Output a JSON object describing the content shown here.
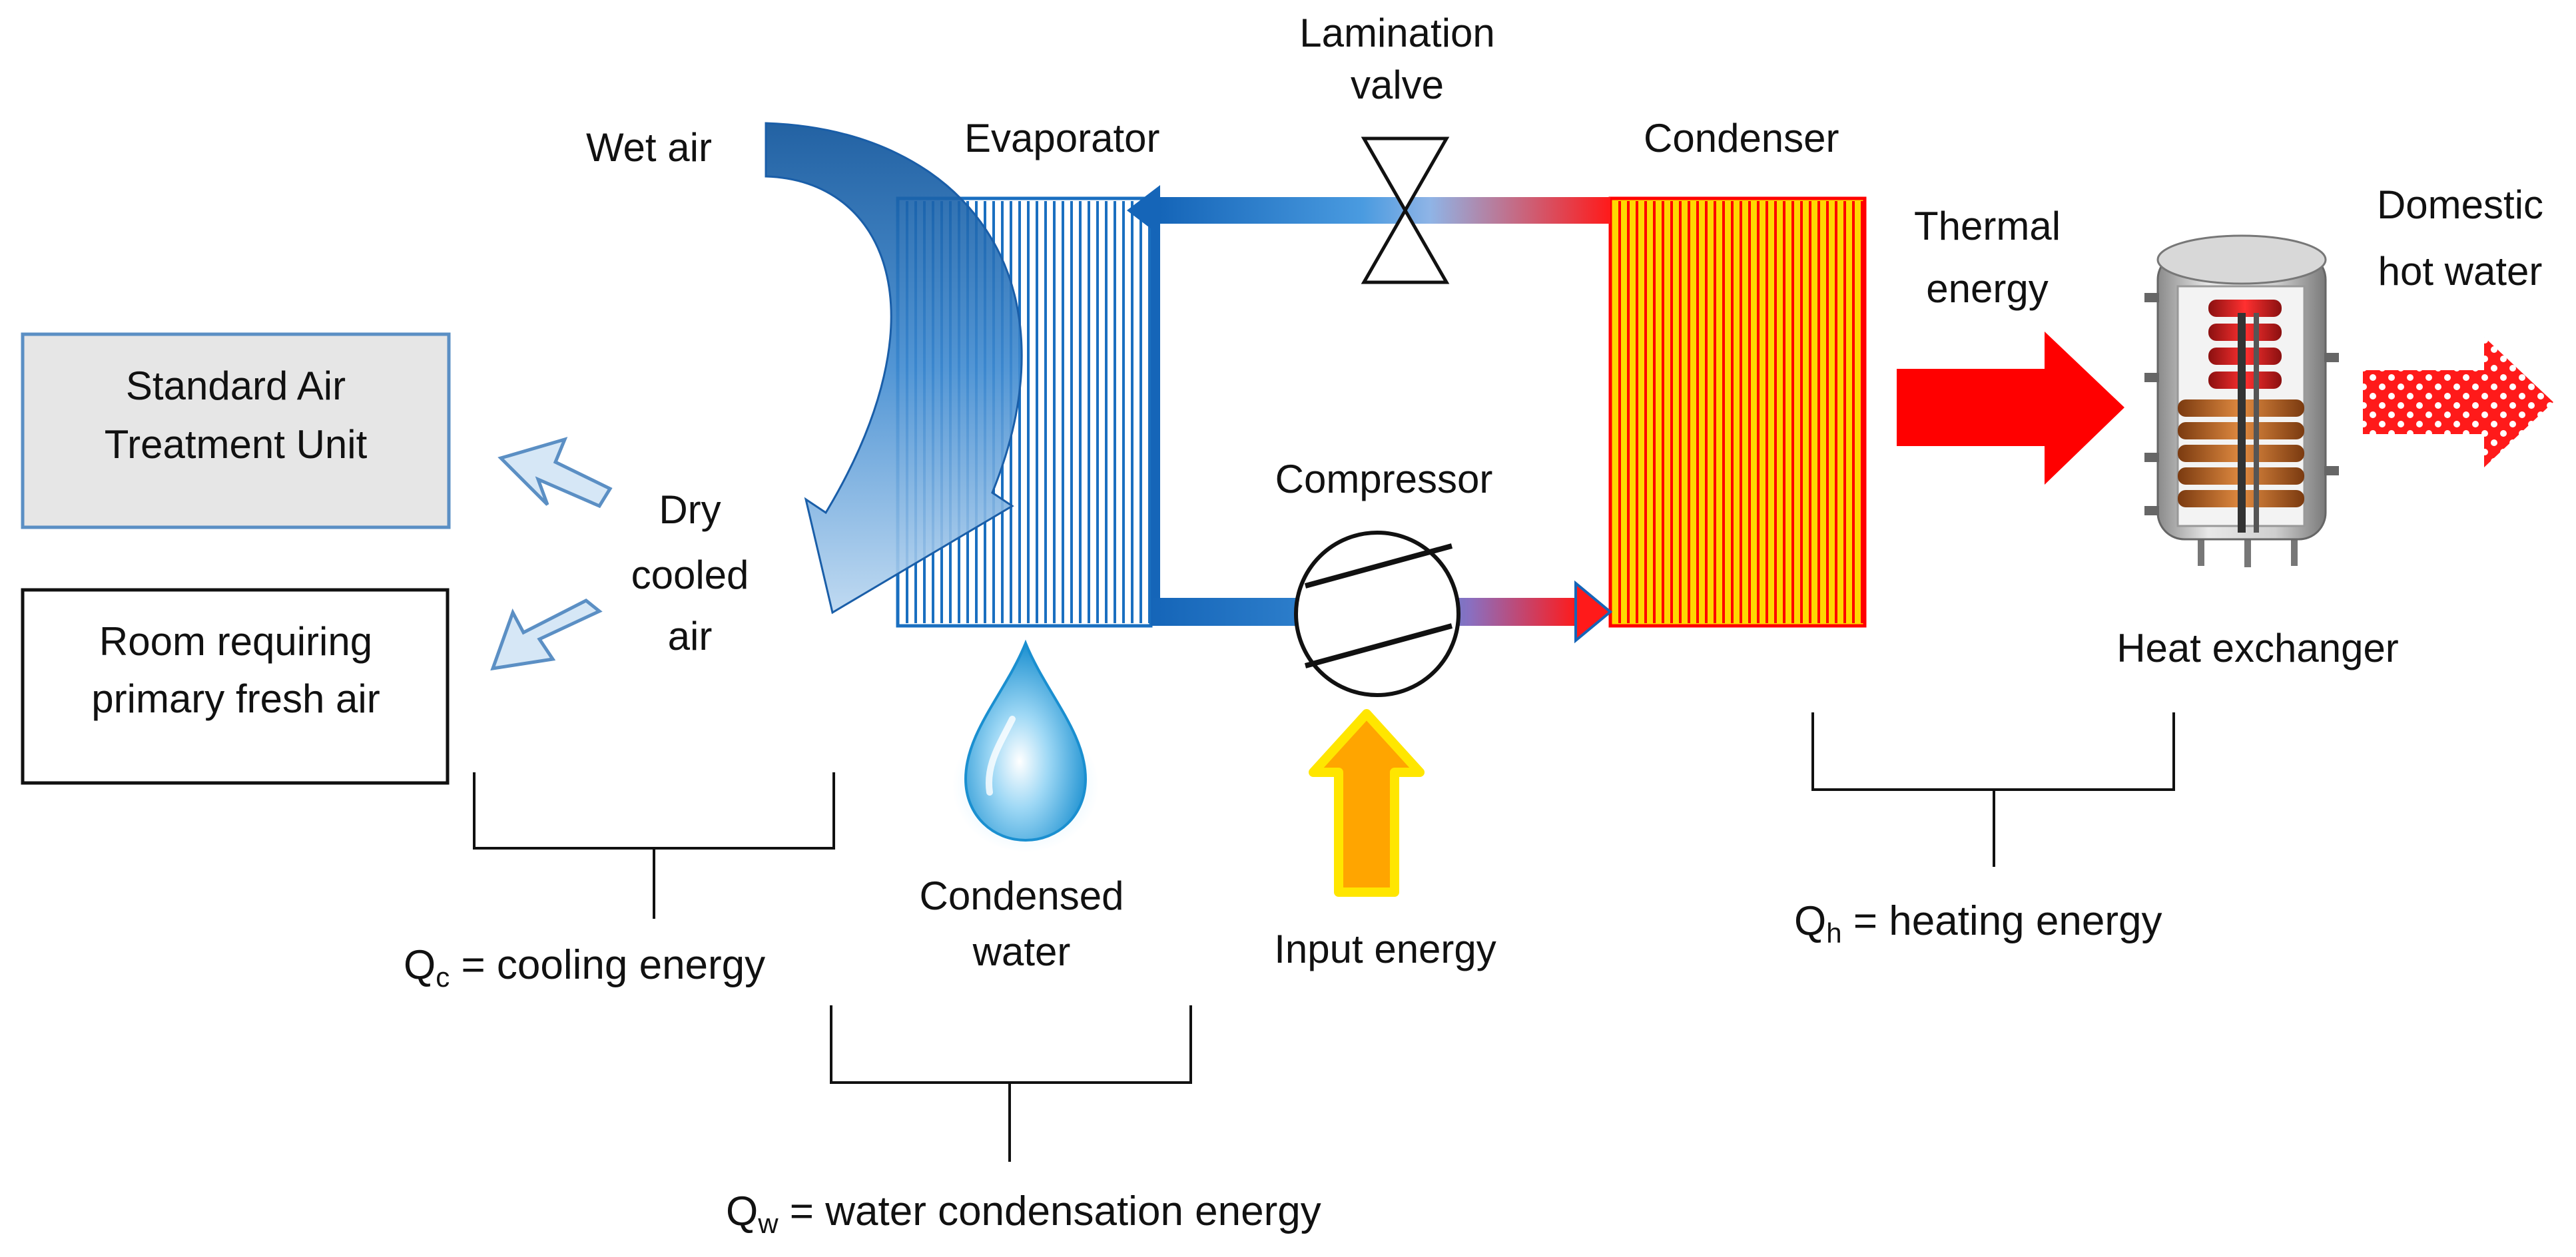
{
  "labels": {
    "wet_air": "Wet air",
    "evaporator": "Evaporator",
    "lamination_valve_line1": "Lamination",
    "lamination_valve_line2": "valve",
    "condenser": "Condenser",
    "thermal_energy_line1": "Thermal",
    "thermal_energy_line2": "energy",
    "domestic_hot_water_line1": "Domestic",
    "domestic_hot_water_line2": "hot water",
    "standard_air_unit_line1": "Standard Air",
    "standard_air_unit_line2": "Treatment Unit",
    "room_line1": "Room requiring",
    "room_line2": "primary fresh air",
    "dry_cooled_air_line1": "Dry",
    "dry_cooled_air_line2": "cooled",
    "dry_cooled_air_line3": "air",
    "compressor": "Compressor",
    "heat_exchanger": "Heat exchanger",
    "condensed_water_line1": "Condensed",
    "condensed_water_line2": "water",
    "input_energy": "Input energy"
  },
  "equations": {
    "cooling": {
      "symbol": "Q",
      "sub": "c",
      "text": " = cooling energy"
    },
    "water": {
      "symbol": "Q",
      "sub": "w",
      "text": " = water condensation energy"
    },
    "heating": {
      "symbol": "Q",
      "sub": "h",
      "text": " = heating energy"
    }
  },
  "colors": {
    "cold_blue": "#1a6fc0",
    "dark_blue": "#0d4f91",
    "light_blue": "#d6e7f6",
    "hot_red": "#ff0000",
    "condenser_yellow": "#ffd700",
    "input_orange": "#ffa500",
    "box_gray": "#e6e6e6",
    "box_border_blue": "#5b8fc4"
  }
}
